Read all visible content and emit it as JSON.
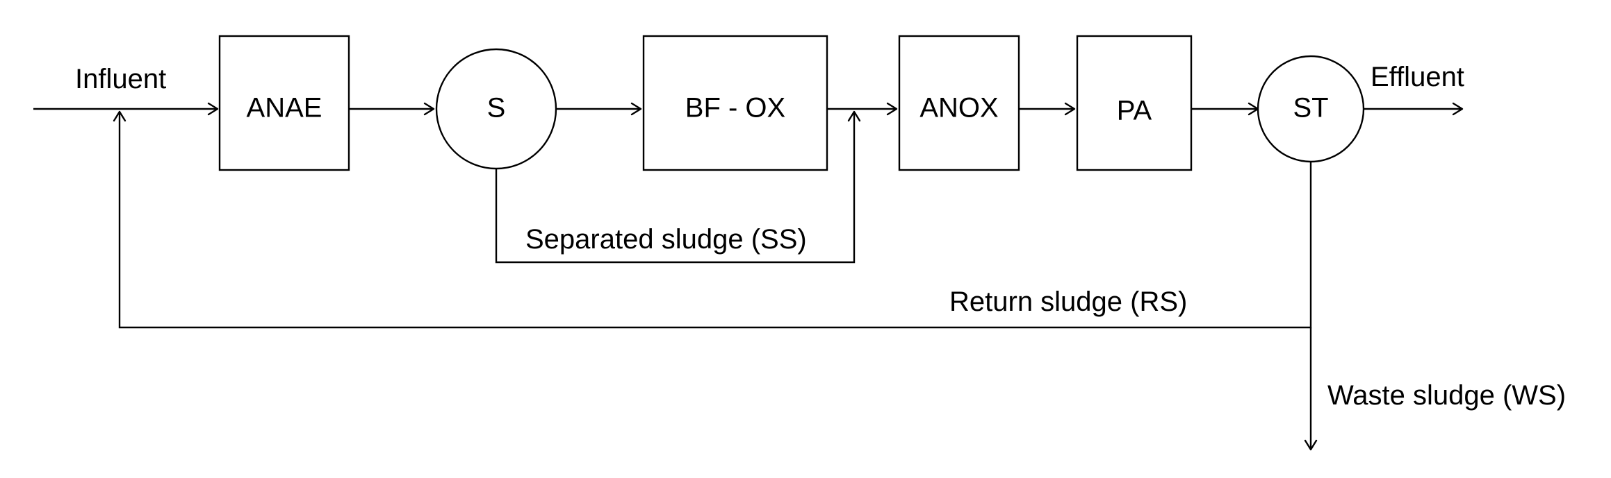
{
  "nodes": {
    "anae": "ANAE",
    "s": "S",
    "bf_ox": "BF - OX",
    "anox": "ANOX",
    "pa": "PA",
    "st": "ST"
  },
  "flows": {
    "influent": "Influent",
    "effluent": "Effluent",
    "separated_sludge": "Separated sludge (SS)",
    "return_sludge": "Return sludge (RS)",
    "waste_sludge": "Waste sludge (WS)"
  }
}
